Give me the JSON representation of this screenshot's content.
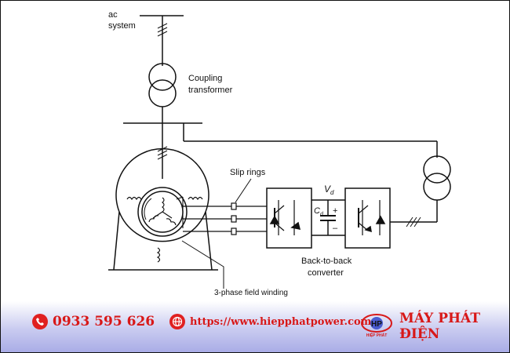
{
  "diagram": {
    "labels": {
      "ac_system_line1": "ac",
      "ac_system_line2": "system",
      "coupling_line1": "Coupling",
      "coupling_line2": "transformer",
      "slip_rings": "Slip rings",
      "vd": "V",
      "vd_sub": "d",
      "cd": "C",
      "cd_sub": "d",
      "plus": "+",
      "minus": "–",
      "converter_line1": "Back-to-back",
      "converter_line2": "converter",
      "field_winding": "3-phase field winding"
    }
  },
  "footer": {
    "phone": "0933 595 626",
    "website": "https://www.hiepphatpower.com",
    "logo_text": "HP",
    "logo_sub": "HIỆP PHÁT",
    "brand": "MÁY PHÁT ĐIỆN",
    "colors": {
      "text": "#d81818",
      "icon": "#e02020"
    },
    "icons": [
      "phone-icon",
      "globe-icon"
    ]
  }
}
